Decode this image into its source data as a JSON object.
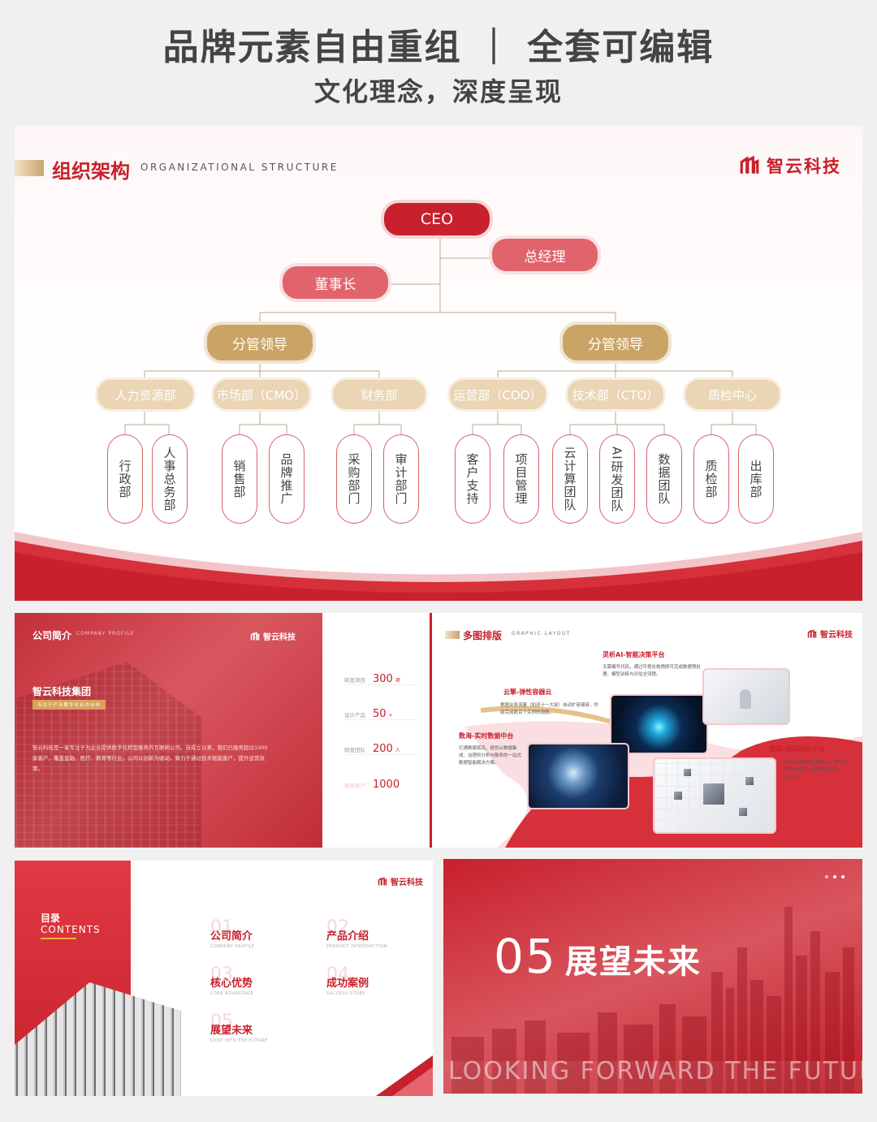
{
  "header": {
    "line1": "品牌元素自由重组 ｜ 全套可编辑",
    "line2": "文化理念，深度呈现"
  },
  "org_slide": {
    "title": "组织架构",
    "subtitle": "ORGANIZATIONAL STRUCTURE",
    "logo_text": "智云科技",
    "ceo": "CEO",
    "general_manager": "总经理",
    "chairman": "董事长",
    "lead_left": "分管领导",
    "lead_right": "分管领导",
    "depts": [
      "人力资源部",
      "市场部（CMO）",
      "财务部",
      "运营部（COO）",
      "技术部（CTO）",
      "质检中心"
    ],
    "units": [
      "行政部",
      "人事总务部",
      "销售部",
      "品牌推广",
      "采购部门",
      "审计部门",
      "客户支持",
      "项目管理",
      "云计算团队",
      "AI研发团队",
      "数据团队",
      "质检部",
      "出库部"
    ]
  },
  "profile_slide": {
    "title": "公司简介",
    "subtitle": "COMPANY PROFILE",
    "logo_text": "智云科技",
    "group_name": "智云科技集团",
    "tagline": "专注于产业数字化合作伙伴",
    "paragraph": "智云科技是一家专注于为企业提供数字化转型服务的互联网公司。自成立以来，我们已服务超过1000家客户，覆盖金融、医疗、教育等行业。公司以创新为驱动，致力于通过技术赋能客户，提升运营效率。",
    "stats": [
      {
        "label": "研发项目",
        "value": "300",
        "unit": "项"
      },
      {
        "label": "设计产品",
        "value": "50",
        "unit": "+"
      },
      {
        "label": "研发团队",
        "value": "200",
        "unit": "人"
      },
      {
        "label": "服务客户",
        "value": "1000",
        "unit": ""
      }
    ]
  },
  "layout_slide": {
    "title": "多图排版",
    "subtitle": "GRAPHIC LAYOUT",
    "logo_text": "智云科技",
    "features": [
      {
        "title": "灵析AI-智能决策平台",
        "desc": "无需编写代码，通过可视化拖拽即可完成数据预处理、模型训练与评估全流程。"
      },
      {
        "title": "云擎-弹性容器云",
        "desc": "根据业务流量（如双十一大促）自动扩容缩容，秒级完成数百个实例的调度。"
      },
      {
        "title": "数海-实时数据中台",
        "desc": "打通数据孤岛，提供从数据集成、治理到分析与服务的一站式数据智能解决方案。"
      },
      {
        "title": "智联-物联网云平台",
        "desc": "支持亿级设备并发接入，提供多种协议适配，连接成功率达99.9%。"
      }
    ]
  },
  "contents_slide": {
    "title": "目录",
    "title_en": "CONTENTS",
    "logo_text": "智云科技",
    "items": [
      {
        "num": "01",
        "label": "公司简介",
        "en": "COMPANY PROFILE"
      },
      {
        "num": "02",
        "label": "产品介绍",
        "en": "PRODUCT INTRODUCTION"
      },
      {
        "num": "03",
        "label": "核心优势",
        "en": "CORE ADVANTAGE"
      },
      {
        "num": "04",
        "label": "成功案例",
        "en": "SUCCESS STORY"
      },
      {
        "num": "05",
        "label": "展望未来",
        "en": "LOOK INTO THE FUTURE"
      }
    ]
  },
  "future_slide": {
    "number": "05",
    "title": "展望未来",
    "subtitle_en": "LOOKING FORWARD THE FUTURE"
  },
  "colors": {
    "brand_red": "#c8202c",
    "pink": "#e1636c",
    "gold": "#caa467",
    "beige": "#ead5b4"
  }
}
